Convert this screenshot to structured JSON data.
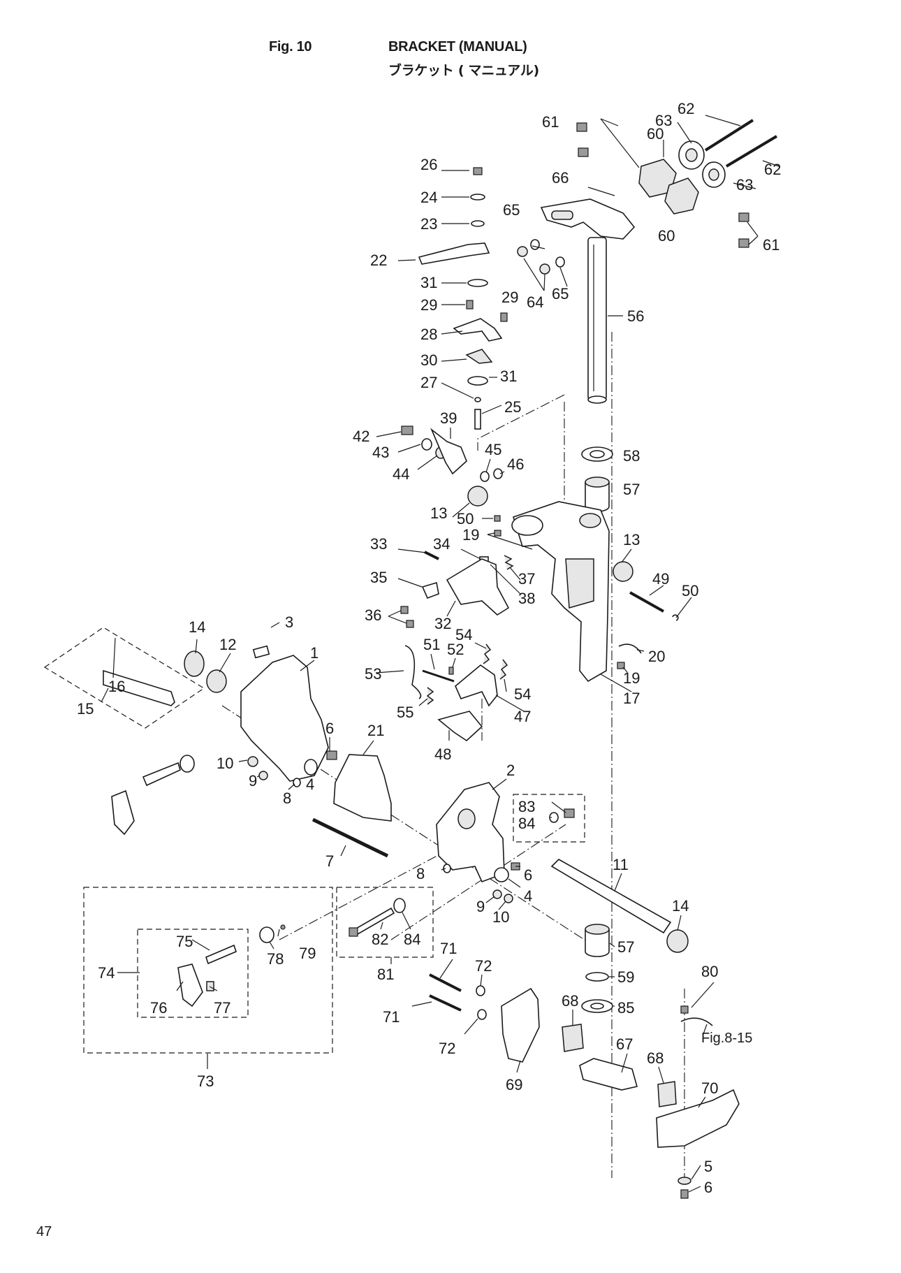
{
  "header": {
    "fig_label": "Fig. 10",
    "title_en": "BRACKET (MANUAL)",
    "title_jp": "ブラケット ( マニュアル)"
  },
  "page_number": "47",
  "callouts": [
    "1",
    "2",
    "3",
    "4",
    "4",
    "5",
    "6",
    "6",
    "6",
    "7",
    "8",
    "8",
    "9",
    "9",
    "10",
    "10",
    "11",
    "12",
    "13",
    "13",
    "14",
    "14",
    "15",
    "16",
    "17",
    "19",
    "19",
    "20",
    "21",
    "22",
    "23",
    "24",
    "25",
    "26",
    "27",
    "28",
    "29",
    "29",
    "30",
    "31",
    "31",
    "32",
    "33",
    "34",
    "35",
    "36",
    "37",
    "38",
    "39",
    "42",
    "43",
    "44",
    "45",
    "46",
    "47",
    "48",
    "49",
    "50",
    "50",
    "51",
    "52",
    "53",
    "54",
    "54",
    "55",
    "56",
    "57",
    "57",
    "58",
    "59",
    "60",
    "60",
    "61",
    "61",
    "62",
    "62",
    "63",
    "63",
    "64",
    "65",
    "65",
    "66",
    "67",
    "68",
    "68",
    "69",
    "70",
    "71",
    "71",
    "72",
    "72",
    "73",
    "74",
    "75",
    "76",
    "77",
    "78",
    "79",
    "80",
    "81",
    "82",
    "83",
    "84",
    "84",
    "85"
  ],
  "cross_reference": "Fig.8-15",
  "groups": {
    "dashed_boxes": [
      "15",
      "73",
      "74",
      "81",
      "83-84"
    ]
  }
}
